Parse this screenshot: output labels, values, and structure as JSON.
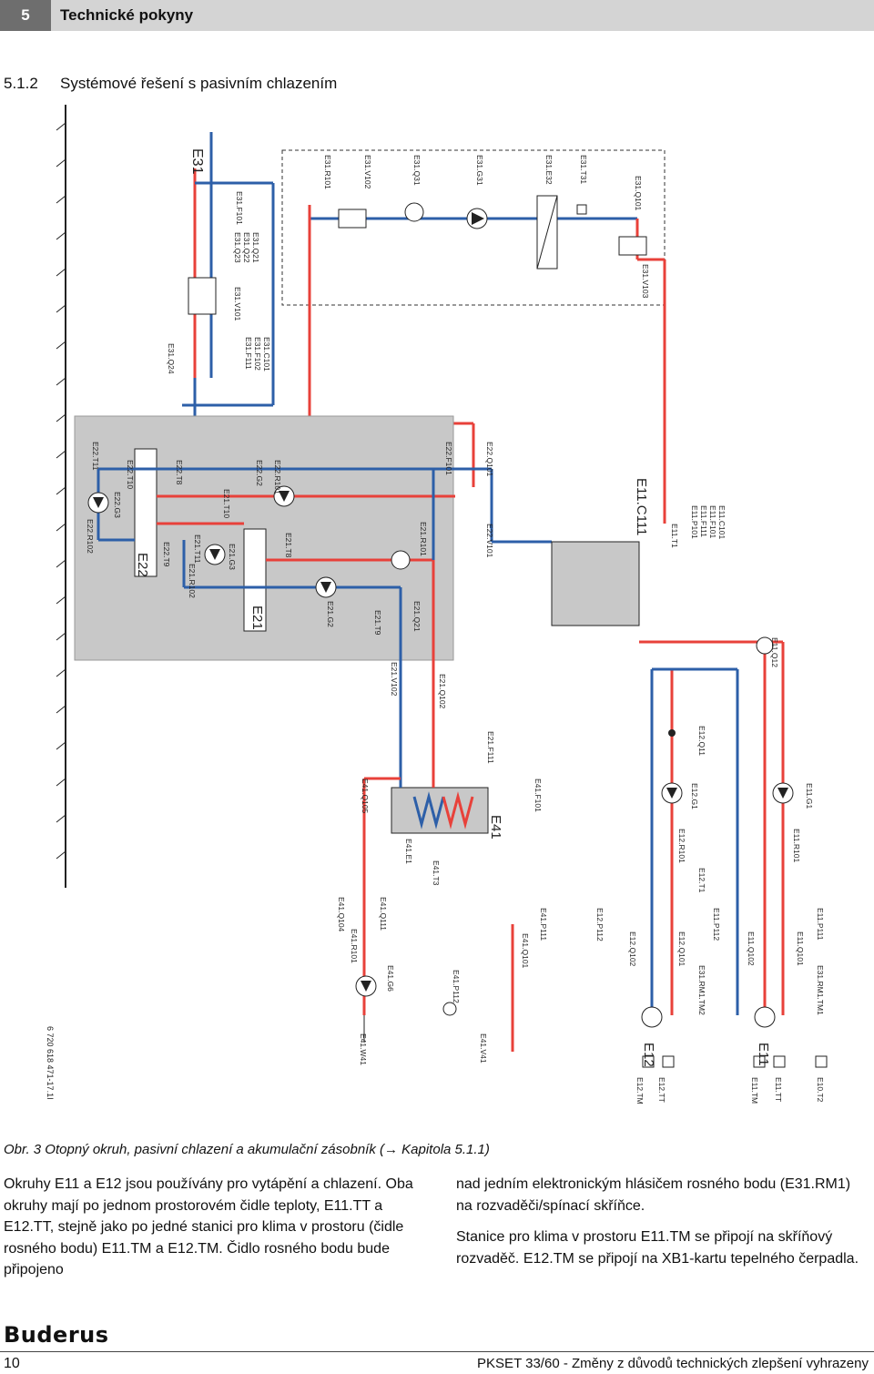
{
  "chapter": {
    "number": "5",
    "title": "Technické pokyny"
  },
  "section": {
    "number": "5.1.2",
    "title": "Systémové řešení s pasivním chlazením"
  },
  "diagram": {
    "doc_code": "6 720 618 471-17.1I",
    "labels": {
      "e31": "E31",
      "e31_f101": "E31.F101",
      "e31_q21": "E31.Q21",
      "e31_q22": "E31.Q22",
      "e31_q23": "E31.Q23",
      "e31_v101": "E31.V101",
      "e31_q24": "E31.Q24",
      "e31_c101": "E31.C101",
      "e31_f102": "E31.F102",
      "e31_f111": "E31.F111",
      "e31_r101": "E31.R101",
      "e31_v102": "E31.V102",
      "e31_q31": "E31.Q31",
      "e31_g31": "E31.G31",
      "e31_e32": "E31.E32",
      "e31_t31": "E31.T31",
      "e31_q101": "E31.Q101",
      "e31_v103": "E31.V103",
      "e22_t11": "E22.T11",
      "e22_t10": "E22.T10",
      "e22_t8": "E22.T8",
      "e22_g2": "E22.G2",
      "e22_r101": "E22.R101",
      "e22_f101": "E22.F101",
      "e22_q101": "E22.Q101",
      "e22_v101": "E22.V101",
      "e22_g3": "E22.G3",
      "e22_r102": "E22.R102",
      "e22_t9": "E22.T9",
      "e22": "E22",
      "e21_t10": "E21.T10",
      "e21_t11": "E21.T11",
      "e21_g3": "E21.G3",
      "e21_r102": "E21.R102",
      "e21_t8": "E21.T8",
      "e21": "E21",
      "e21_g2": "E21.G2",
      "e21_t9": "E21.T9",
      "e21_q21": "E21.Q21",
      "e21_r101": "E21.R101",
      "e21_v102": "E21.V102",
      "e21_q102": "E21.Q102",
      "e21_f111": "E21.F111",
      "e11_c111": "E11.C111",
      "e11_t1": "E11.T1",
      "e11_c101": "E11.C101",
      "e11_f101": "E11.F101",
      "e11_f111": "E11.F111",
      "e11_p101": "E11.P101",
      "e11_q12": "E11.Q12",
      "e12_q11": "E12.Q11",
      "e12_g1": "E12.G1",
      "e12_r101": "E12.R101",
      "e12_t1": "E12.T1",
      "e11_g1": "E11.G1",
      "e11_r101": "E11.R101",
      "e41_q105": "E41.Q105",
      "e41_f101": "E41.F101",
      "e41": "E41",
      "e41_e1": "E41.E1",
      "e41_t3": "E41.T3",
      "e41_q104": "E41.Q104",
      "e41_q111": "E41.Q111",
      "e41_r101": "E41.R101",
      "e41_g6": "E41.G6",
      "e41_p111": "E41.P111",
      "e41_q101": "E41.Q101",
      "e41_p112": "E41.P112",
      "e41_w41": "E41.W41",
      "e41_v41": "E41.V41",
      "e12_p112": "E12.P112",
      "e12_q102": "E12.Q102",
      "e12_q101": "E12.Q101",
      "e11_p112": "E11.P112",
      "e11_q102": "E11.Q102",
      "e11_q101": "E11.Q101",
      "e11_p111": "E11.P111",
      "e31_rm1_tm2": "E31.RM1.TM2",
      "e31_rm1_tm1": "E31.RM1.TM1",
      "e12": "E12",
      "e12_tm": "E12.TM",
      "e12_tt": "E12.TT",
      "e11": "E11",
      "e11_tm": "E11.TM",
      "e11_tt": "E11.TT",
      "e10_t2": "E10.T2"
    },
    "colors": {
      "hot": "#e8413a",
      "cold": "#2d5fa8",
      "unit_fill": "#c8c8c8",
      "line": "#222222"
    }
  },
  "caption": "Obr. 3   Otopný okruh, pasivní chlazení a akumulační zásobník (→ Kapitola 5.1.1)",
  "body": {
    "left": "Okruhy E11 a E12 jsou používány pro vytápění a chlazení. Oba okruhy mají po jednom prostorovém čidle teploty, E11.TT a E12.TT, stejně jako po jedné stanici pro klima v prostoru (čidle rosného bodu) E11.TM a E12.TM. Čidlo rosného bodu bude připojeno",
    "right_p1": "nad jedním elektronickým hlásičem rosného bodu (E31.RM1) na rozvaděči/spínací skříňce.",
    "right_p2": "Stanice pro klima v prostoru E11.TM se připojí na skříňový rozvaděč. E12.TM se připojí na XB1-kartu tepelného čerpadla."
  },
  "footer": {
    "logo": "Buderus",
    "page_number": "10",
    "document": "PKSET 33/60 - Změny z důvodů technických zlepšení vyhrazeny"
  }
}
